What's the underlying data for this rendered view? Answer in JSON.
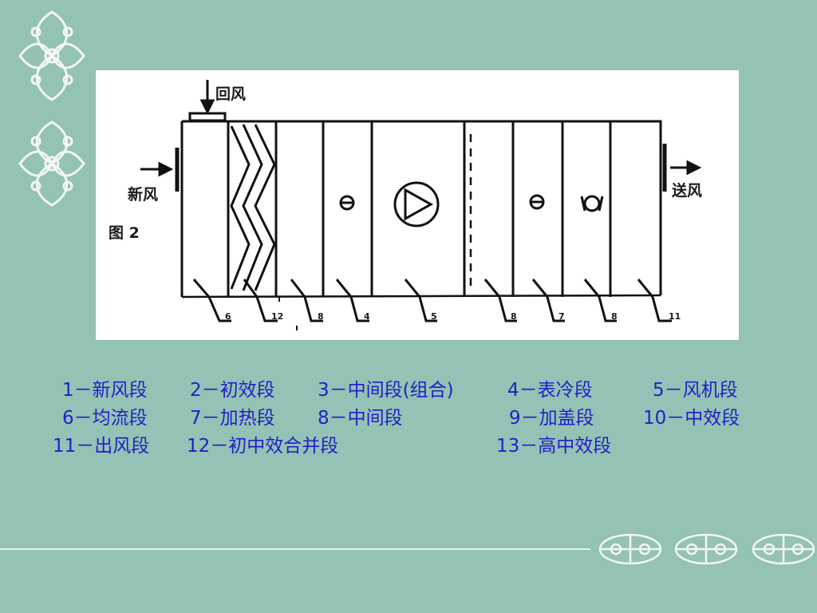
{
  "diagram": {
    "labels": {
      "return_air": "回风",
      "fresh_air": "新风",
      "supply_air": "送风",
      "figure": "图 2"
    },
    "section_numbers": [
      "6",
      "12",
      "8",
      "4",
      "5",
      "8",
      "7",
      "8",
      "11"
    ]
  },
  "legend": {
    "rows": [
      [
        "1－新风段",
        "2－初效段",
        "3－中间段(组合)",
        "4－表冷段",
        "5－风机段"
      ],
      [
        "6－均流段",
        "7－加热段",
        "8－中间段",
        "9－加盖段",
        "10－中效段"
      ],
      [
        "11－出风段",
        "12－初中效合并段",
        "13－高中效段"
      ]
    ]
  },
  "colors": {
    "background": "#94c2b4",
    "legend_text": "#1f1fc8",
    "drawing_panel": "#ffffff",
    "line": "#111111"
  },
  "icons": [
    "ornament-icon",
    "fan-icon",
    "heater-coil-icon",
    "humidifier-icon",
    "arrow-icon"
  ]
}
